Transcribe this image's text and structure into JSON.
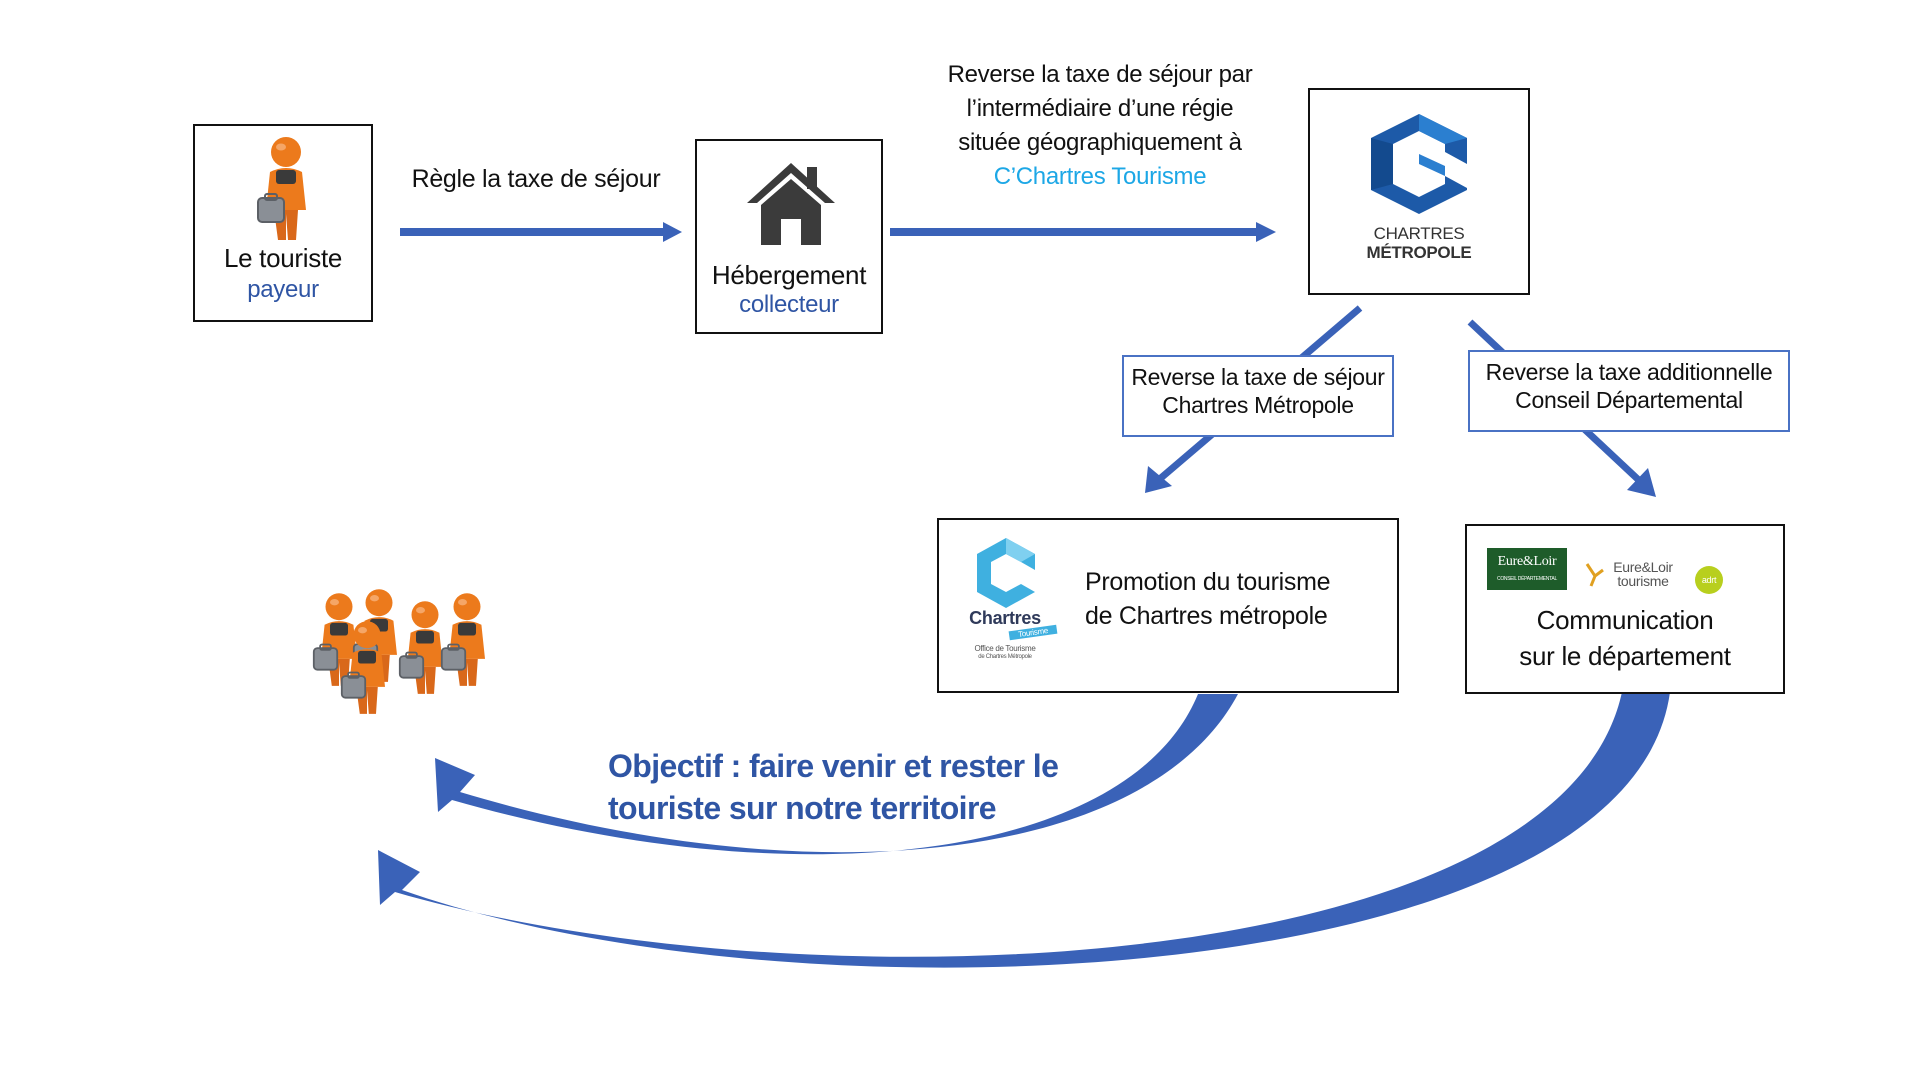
{
  "tourist": {
    "line1": "Le touriste",
    "line2": "payeur",
    "icon": "tourist-with-suitcase-icon"
  },
  "step1_label": "Règle la taxe de séjour",
  "hebergement": {
    "line1": "Hébergement",
    "line2": "collecteur",
    "icon": "house-icon"
  },
  "step2_label": {
    "line1": "Reverse la taxe de séjour par",
    "line2": "l’intermédiaire d’une régie",
    "line3": "située géographiquement à",
    "line4": "C’Chartres Tourisme"
  },
  "metropole": {
    "line1": "CHARTRES",
    "line2": "MÉTROPOLE",
    "icon": "chartres-metropole-logo"
  },
  "branch_left": {
    "line1": "Reverse la taxe de séjour",
    "line2": "Chartres Métropole"
  },
  "branch_right": {
    "line1": "Reverse la taxe additionnelle",
    "line2": "Conseil Départemental"
  },
  "promotion": {
    "line1": "Promotion du tourisme",
    "line2": "de Chartres métropole",
    "logo_word": "Chartres",
    "logo_ribbon": "Tourisme",
    "logo_sub1": "Office de Tourisme",
    "logo_sub2": "de Chartres Métropole"
  },
  "communication": {
    "line1": "Communication",
    "line2": "sur le département",
    "logo1": "Eure&Loir",
    "logo1_sub": "CONSEIL DÉPARTEMENTAL",
    "logo2_line1": "Eure&Loir",
    "logo2_line2": "tourisme",
    "logo2_badge": "adrt"
  },
  "objective": {
    "line1": "Objectif : faire venir et rester le",
    "line2": "touriste sur notre territoire"
  },
  "group_icon": "tourist-group-icon",
  "colors": {
    "arrow_blue": "#3a62b8",
    "label_border": "#4a72c4",
    "accent_blue": "#2f55a4",
    "cyan": "#1ca7e6",
    "tourist_orange": "#ec7a1c"
  }
}
